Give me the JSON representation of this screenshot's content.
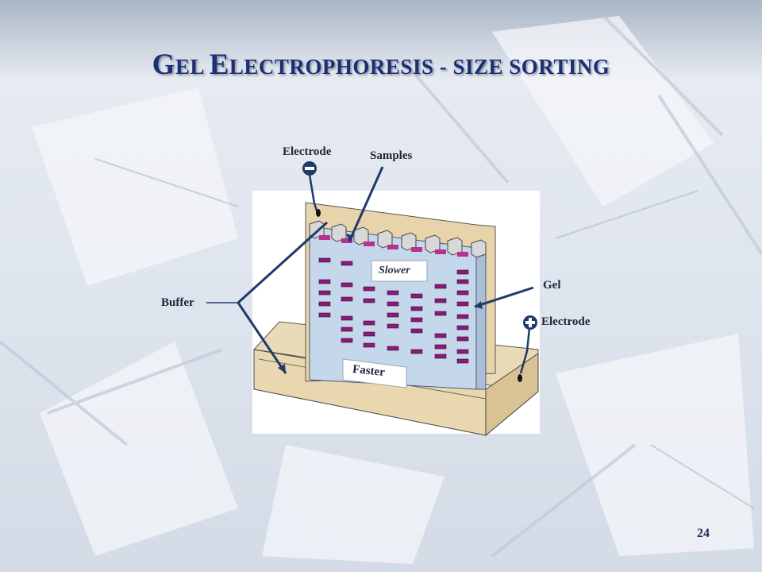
{
  "slide": {
    "title_parts": [
      {
        "text": "G",
        "case": "cap"
      },
      {
        "text": "EL ",
        "case": "sc"
      },
      {
        "text": "E",
        "case": "cap"
      },
      {
        "text": "LECTROPHORESIS - SIZE SORTING",
        "case": "sc"
      }
    ],
    "page_number": "24"
  },
  "diagram": {
    "labels": {
      "electrode_top": "Electrode",
      "samples": "Samples",
      "slower": "Slower",
      "gel": "Gel",
      "electrode_bottom": "Electrode",
      "buffer": "Buffer",
      "faster": "Faster"
    },
    "electrode_top_sign": "minus-icon",
    "electrode_bottom_sign": "plus-icon",
    "colors": {
      "title": "#1b2f75",
      "gel": "#c5d7ea",
      "buffer": "#ecd9b3",
      "bands": "#8b1a7a",
      "wells": "#b8318e",
      "leader_lines": "#1f3a6b"
    }
  }
}
